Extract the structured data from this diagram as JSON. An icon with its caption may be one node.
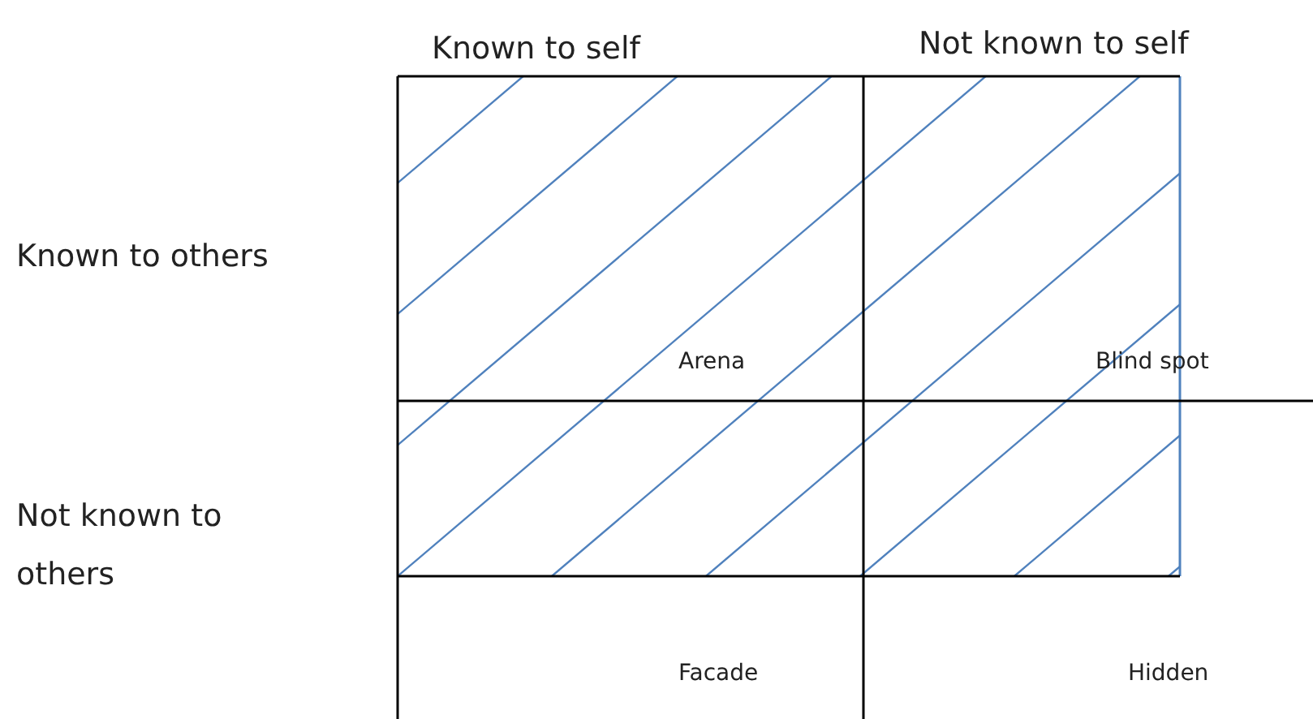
{
  "diagram": {
    "labels": [
      "Known to self",
      "Not known to self",
      "Known to others",
      "Not known to others",
      "Arena",
      "Blind spot",
      "Facade",
      "Hidden"
    ]
  }
}
